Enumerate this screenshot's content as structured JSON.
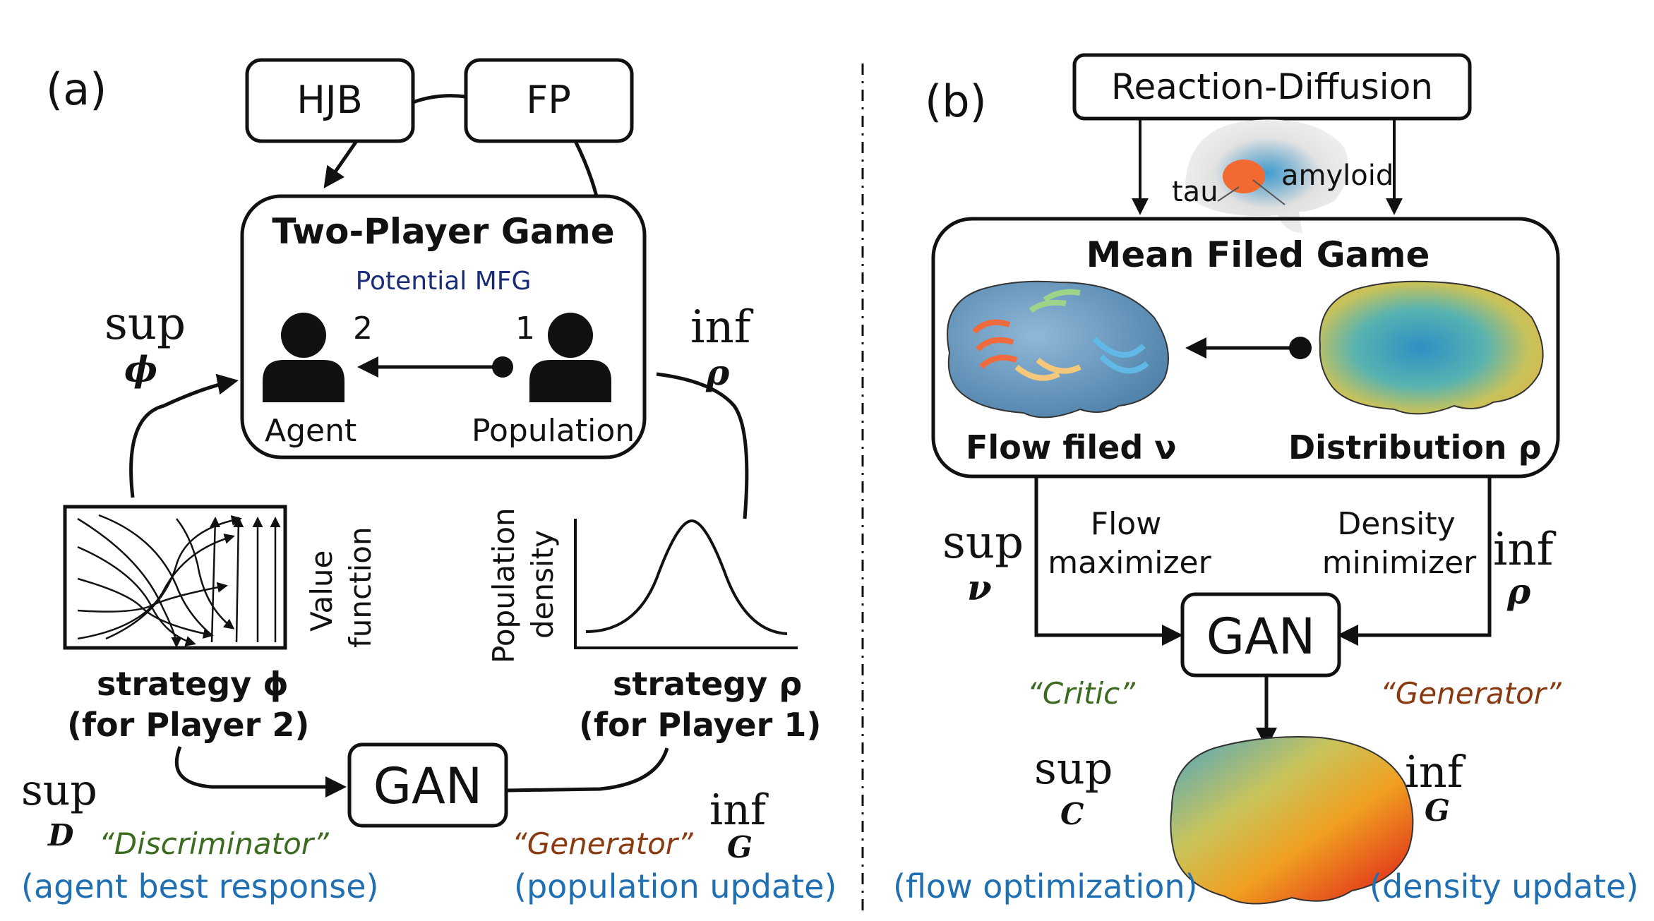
{
  "panel_a": {
    "label": "(a)",
    "hjb": "HJB",
    "fp": "FP",
    "game_title": "Two-Player Game",
    "game_subtitle": "Potential MFG",
    "player2_num": "2",
    "player1_num": "1",
    "agent": "Agent",
    "population": "Population",
    "sup": "sup",
    "sup_sub": "ϕ",
    "inf": "inf",
    "inf_sub": "ρ",
    "value_function_line1": "Value",
    "value_function_line2": "function",
    "pop_density_line1": "Population",
    "pop_density_line2": "density",
    "strategy_phi": "strategy ϕ",
    "for_player2": "(for Player 2)",
    "strategy_rho": "strategy ρ",
    "for_player1": "(for Player 1)",
    "gan": "GAN",
    "sup_d": "sup",
    "sup_d_sub": "D",
    "discriminator": "“Discriminator”",
    "generator": "“Generator”",
    "inf_g": "inf",
    "inf_g_sub": "G",
    "agent_best_response": "(agent best response)",
    "population_update": "(population update)"
  },
  "panel_b": {
    "label": "(b)",
    "reaction_diffusion": "Reaction-Diffusion",
    "tau": "tau",
    "amyloid": "amyloid",
    "mfg_title": "Mean Filed Game",
    "flow_filed": "Flow filed ν",
    "distribution": "Distribution ρ",
    "sup": "sup",
    "sup_sub": "ν",
    "flow_line1": "Flow",
    "flow_line2": "maximizer",
    "density_line1": "Density",
    "density_line2": "minimizer",
    "inf": "inf",
    "inf_sub": "ρ",
    "gan": "GAN",
    "critic": "“Critic”",
    "generator": "“Generator”",
    "sup_c": "sup",
    "sup_c_sub": "C",
    "inf_g": "inf",
    "inf_g_sub": "G",
    "flow_optimization": "(flow optimization)",
    "density_update": "(density update)"
  },
  "colors": {
    "ink": "#111111",
    "blue_text": "#1f6fb2",
    "navy_text": "#1a2b7a",
    "green_text": "#3a6b1e",
    "brown_text": "#8a3a10"
  }
}
